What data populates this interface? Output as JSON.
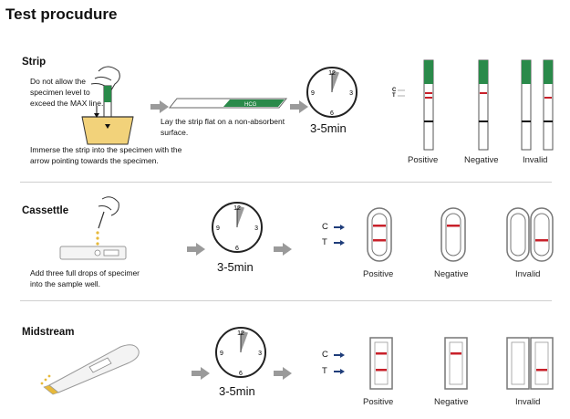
{
  "title": "Test procudure",
  "colors": {
    "accent": "#c8202a",
    "green": "#2a8a4a",
    "arrow": "#9a9a9a"
  },
  "strip": {
    "heading": "Strip",
    "note": [
      "Do not allow the",
      "specimen level to",
      "exceed the MAX line."
    ],
    "strip_brand": "HCG",
    "lay_flat": [
      "Lay the strip flat on a non-absorbent",
      "surface."
    ],
    "immerse": [
      "Immerse the strip into the specimen with the",
      "arrow pointing towards the specimen."
    ],
    "time": "3-5min",
    "ct_c": "C",
    "ct_t": "T",
    "results": [
      "Positive",
      "Negative",
      "Invalid"
    ]
  },
  "cassette": {
    "heading": "Cassettle",
    "instruction": [
      "Add three full drops of specimer",
      "into the sample well."
    ],
    "time": "3-5min",
    "ct_c": "C",
    "ct_t": "T",
    "results": [
      "Positive",
      "Negative",
      "Invalid"
    ]
  },
  "midstream": {
    "heading": "Midstream",
    "time": "3-5min",
    "ct_c": "C",
    "ct_t": "T",
    "results": [
      "Positive",
      "Negative",
      "Invalid"
    ]
  },
  "clock": {
    "n12": "12",
    "n3": "3",
    "n6": "6",
    "n9": "9"
  }
}
